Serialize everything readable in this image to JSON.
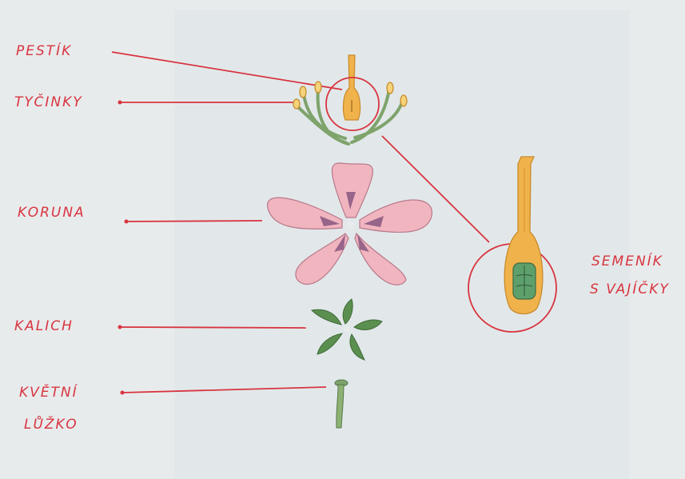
{
  "labels": {
    "pestik": "PESTÍK",
    "tycinky": "TYČINKY",
    "koruna": "KORUNA",
    "kalich": "KALICH",
    "kvetni_line1": "KVĚTNÍ",
    "kvetni_line2": "LŮŽKO",
    "semenik_line1": "SEMENÍK",
    "semenik_line2": "S VAJÍČKY"
  },
  "colors": {
    "label": "#d8343f",
    "leader_line": "#d8343f",
    "petal": "#f1b5c0",
    "petal_shade": "#7a4b78",
    "pistil": "#f0b24a",
    "stamen_filament": "#7ea36b",
    "sepal": "#5b8f4f",
    "receptacle": "#7ea36b",
    "ovule": "#5ea06c"
  }
}
